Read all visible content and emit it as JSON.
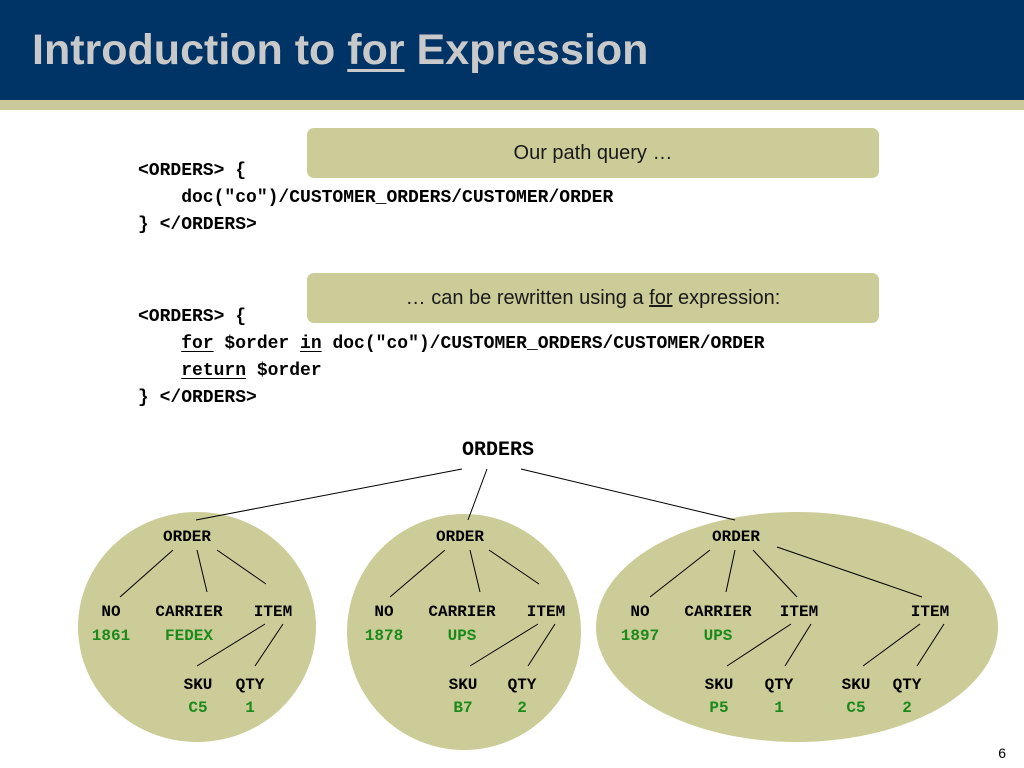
{
  "slide": {
    "title_prefix": "Introduction to ",
    "title_keyword": "for",
    "title_suffix": " Expression",
    "page_number": "6"
  },
  "callouts": {
    "first": "Our path query …",
    "second_prefix": "… can be rewritten using a ",
    "second_keyword": "for",
    "second_suffix": " expression:"
  },
  "code_block_1": {
    "line1": "<ORDERS> {",
    "line2": "    doc(\"co\")/CUSTOMER_ORDERS/CUSTOMER/ORDER",
    "line3": "} </ORDERS>"
  },
  "code_block_2": {
    "line1": "<ORDERS> {",
    "indent": "    ",
    "kw_for": "for",
    "var1": " $order ",
    "kw_in": "in",
    "path": " doc(\"co\")/CUSTOMER_ORDERS/CUSTOMER/ORDER",
    "kw_return": "return",
    "var2": " $order",
    "line4": "} </ORDERS>"
  },
  "tree": {
    "root": "ORDERS",
    "orders": [
      {
        "label": "ORDER",
        "no_label": "NO",
        "no_value": "1861",
        "carrier_label": "CARRIER",
        "carrier_value": "FEDEX",
        "items": [
          {
            "label": "ITEM",
            "sku_label": "SKU",
            "sku_value": "C5",
            "qty_label": "QTY",
            "qty_value": "1"
          }
        ]
      },
      {
        "label": "ORDER",
        "no_label": "NO",
        "no_value": "1878",
        "carrier_label": "CARRIER",
        "carrier_value": "UPS",
        "items": [
          {
            "label": "ITEM",
            "sku_label": "SKU",
            "sku_value": "B7",
            "qty_label": "QTY",
            "qty_value": "2"
          }
        ]
      },
      {
        "label": "ORDER",
        "no_label": "NO",
        "no_value": "1897",
        "carrier_label": "CARRIER",
        "carrier_value": "UPS",
        "items": [
          {
            "label": "ITEM",
            "sku_label": "SKU",
            "sku_value": "P5",
            "qty_label": "QTY",
            "qty_value": "1"
          },
          {
            "label": "ITEM",
            "sku_label": "SKU",
            "sku_value": "C5",
            "qty_label": "QTY",
            "qty_value": "2"
          }
        ]
      }
    ]
  },
  "colors": {
    "header_bg": "#003466",
    "title_text": "#c9c9c9",
    "callout_bg": "#cccc99",
    "ellipse_fill": "#cccc99",
    "value_text": "#1a8a1a"
  }
}
